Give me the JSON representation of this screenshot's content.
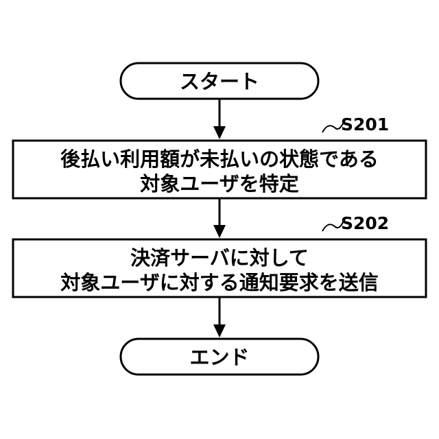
{
  "start": {
    "label": "スタート"
  },
  "steps": [
    {
      "id": "S201",
      "lines": [
        "後払い利用額が未払いの状態である",
        "対象ユーザを特定"
      ]
    },
    {
      "id": "S202",
      "lines": [
        "決済サーバに対して",
        "対象ユーザに対する通知要求を送信"
      ]
    }
  ],
  "end": {
    "label": "エンド"
  }
}
